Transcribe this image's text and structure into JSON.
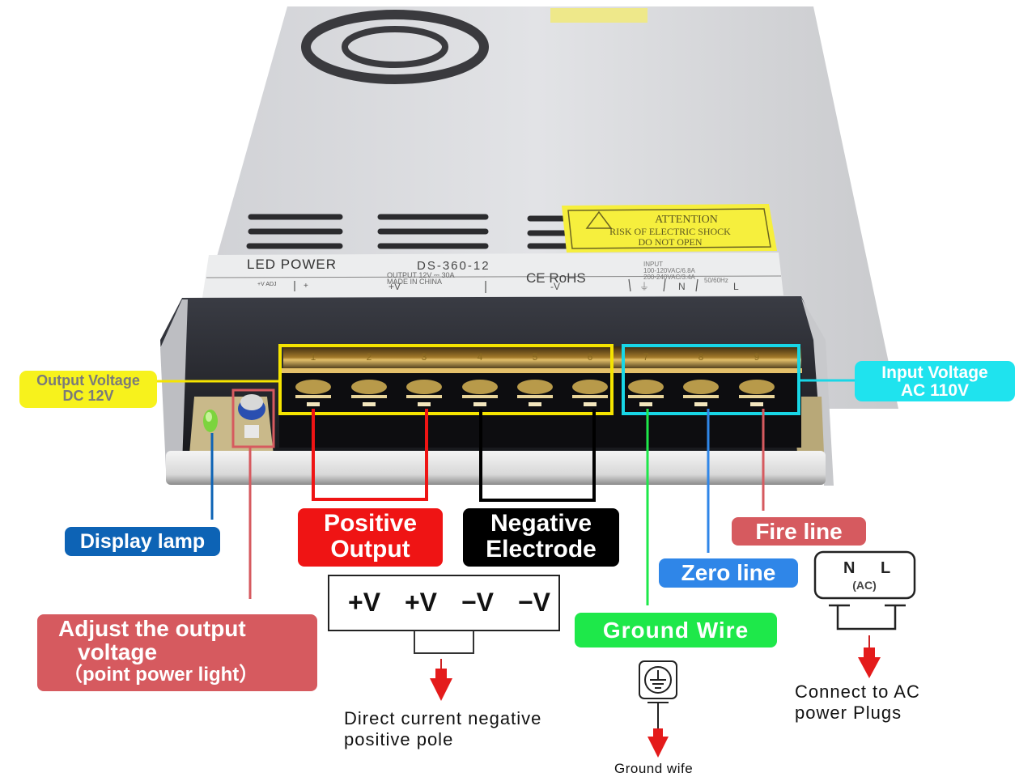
{
  "device": {
    "brand_label": "LED POWER",
    "model": "DS-360-12",
    "output_spec": "OUTPUT  12V ⎓ 30A",
    "made_in": "MADE IN CHINA",
    "certifications": "CE RoHS",
    "input_spec_title": "INPUT",
    "input_spec_line1": "100-120VAC/6.8A",
    "input_spec_line2": "200-240VAC/3.4A",
    "input_spec_line3": "50/60Hz",
    "adj_label": "+V ADJ",
    "adj_symbol": "+",
    "terminal_group_labels": [
      "+V",
      "-V",
      "⏚",
      "N",
      "L"
    ],
    "terminal_numbers": [
      "1",
      "2",
      "3",
      "4",
      "5",
      "6",
      "7",
      "8",
      "9"
    ],
    "warning_sticker": {
      "title": "ATTENTION",
      "line1": "RISK OF ELECTRIC SHOCK",
      "line2": "DO NOT OPEN"
    }
  },
  "callouts": {
    "output_voltage": {
      "line1": "Output Voltage",
      "line2": "DC 12V",
      "color": "#f7f21c",
      "text_color": "#808080"
    },
    "input_voltage": {
      "line1": "Input Voltage",
      "line2": "AC 110V",
      "color": "#1fe3ee"
    },
    "display_lamp": {
      "text": "Display lamp",
      "color": "#0d63b5"
    },
    "adjust_output": {
      "line1": "Adjust the output",
      "line2": "voltage",
      "line3": "（point power light）",
      "color": "#d65a5f"
    },
    "positive_output": {
      "line1": "Positive",
      "line2": "Output",
      "color": "#ef1414"
    },
    "negative_electrode": {
      "line1": "Negative",
      "line2": "Electrode",
      "color": "#000000"
    },
    "fire_line": {
      "text": "Fire line",
      "color": "#d65a5f"
    },
    "zero_line": {
      "text": "Zero line",
      "color": "#2f86e8"
    },
    "ground_wire": {
      "text": "Ground Wire",
      "color": "#1ee84a"
    }
  },
  "dc_diagram": {
    "terminals": [
      "+V",
      "+V",
      "−V",
      "−V"
    ],
    "caption_line1": "Direct current negative",
    "caption_line2": "positive pole"
  },
  "ac_diagram": {
    "n_label": "N",
    "l_label": "L",
    "ac_label": "(AC)",
    "caption_line1": "Connect to AC",
    "caption_line2": "power Plugs"
  },
  "ground_diagram": {
    "caption": "Ground wife"
  },
  "colors": {
    "output_box": "#f5e400",
    "input_box": "#18d6e6",
    "arrow": "#e41b1b"
  }
}
